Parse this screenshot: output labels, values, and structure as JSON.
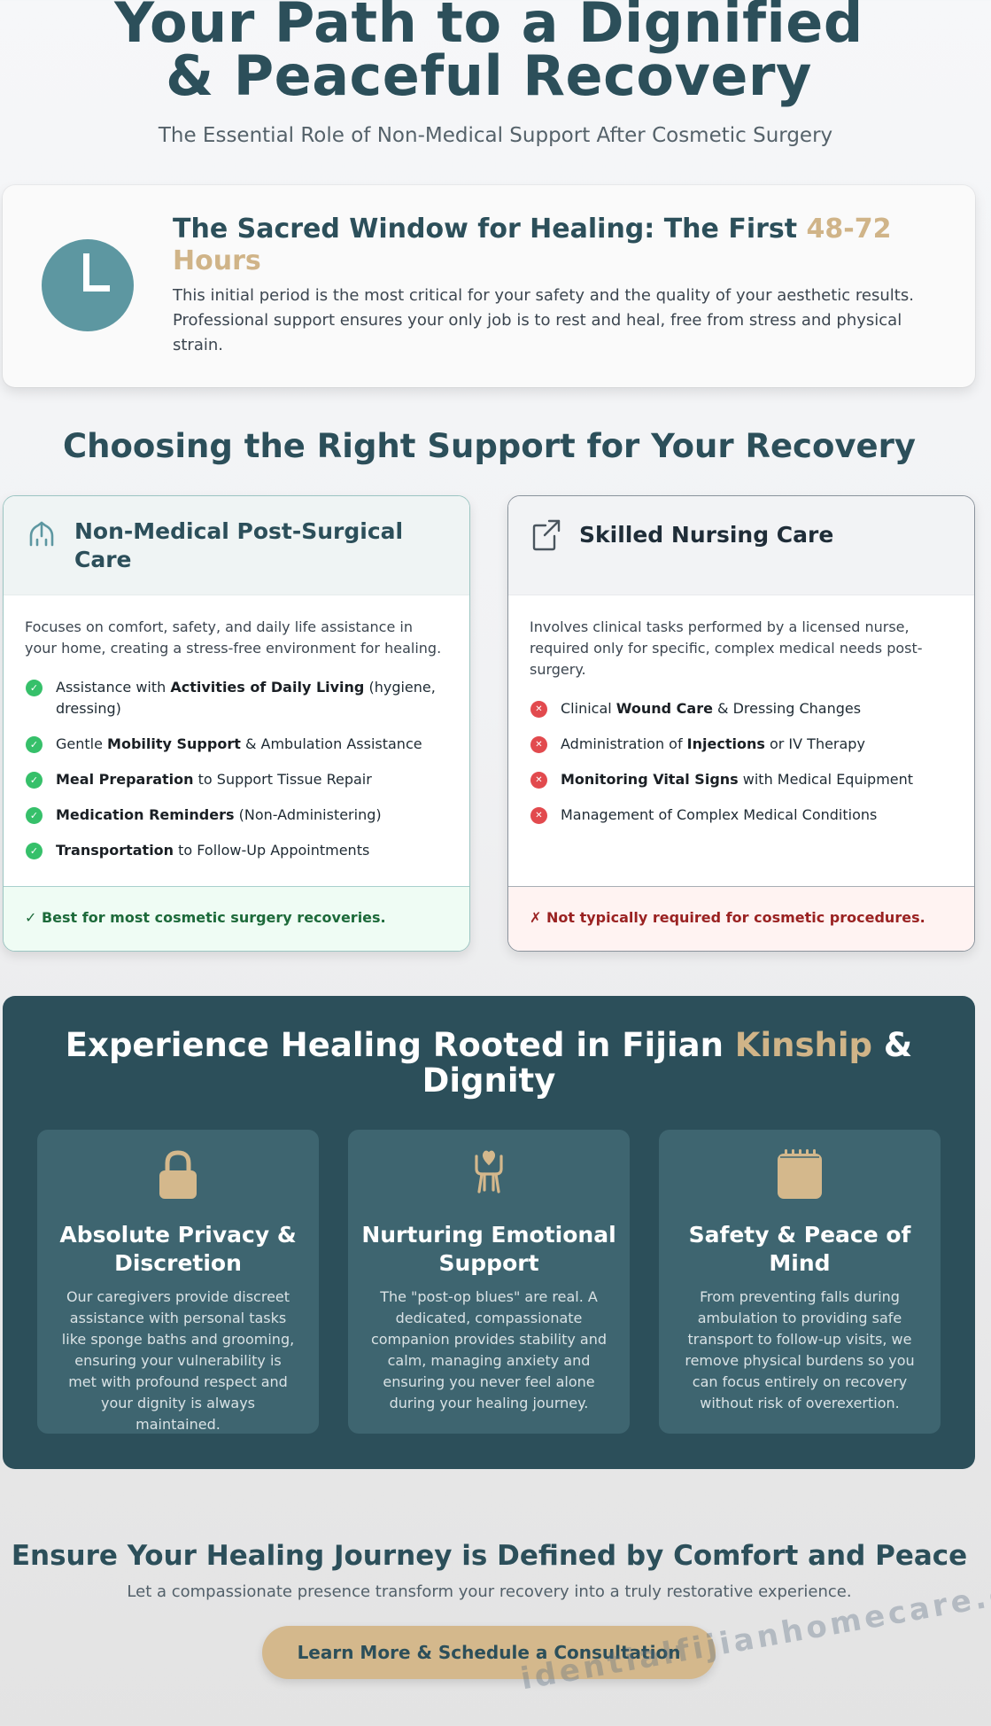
{
  "hero": {
    "title": "Your Path to a Dignified & Peaceful Recovery",
    "subtitle": "The Essential Role of Non-Medical Support After Cosmetic Surgery"
  },
  "window_card": {
    "icon": "clock-icon",
    "title_prefix": "The Sacred Window for Healing: The First ",
    "title_highlight": "48-72 Hours",
    "body": "This initial period is the most critical for your safety and the quality of your aesthetic results. Professional support ensures your only job is to rest and heal, free from stress and physical strain."
  },
  "comparison": {
    "title": "Choosing the Right Support for Your Recovery",
    "non_medical": {
      "icon": "hands-icon",
      "title": "Non-Medical Post-Surgical Care",
      "intro": "Focuses on comfort, safety, and daily life assistance in your home, creating a stress-free environment for healing.",
      "items": [
        {
          "pre": "Assistance with ",
          "bold": "Activities of Daily Living",
          "post": " (hygiene, dressing)"
        },
        {
          "pre": "Gentle ",
          "bold": "Mobility Support",
          "post": " & Ambulation Assistance"
        },
        {
          "pre": "",
          "bold": "Meal Preparation",
          "post": " to Support Tissue Repair"
        },
        {
          "pre": "",
          "bold": "Medication Reminders",
          "post": " (Non-Administering)"
        },
        {
          "pre": "",
          "bold": "Transportation",
          "post": " to Follow-Up Appointments"
        }
      ],
      "footer": "✓ Best for most cosmetic surgery recoveries.",
      "check_color": "#36c06a"
    },
    "skilled": {
      "icon": "external-link-icon",
      "title": "Skilled Nursing Care",
      "intro": "Involves clinical tasks performed by a licensed nurse, required only for specific, complex medical needs post-surgery.",
      "items": [
        {
          "pre": "Clinical ",
          "bold": "Wound Care",
          "post": " & Dressing Changes"
        },
        {
          "pre": "Administration of ",
          "bold": "Injections",
          "post": " or IV Therapy"
        },
        {
          "pre": "",
          "bold": "Monitoring Vital Signs",
          "post": " with Medical Equipment"
        },
        {
          "pre": "Management of Complex Medical Conditions",
          "bold": "",
          "post": ""
        }
      ],
      "footer": "✗ Not typically required for cosmetic procedures.",
      "cross_color": "#e24a4e"
    }
  },
  "kinship": {
    "title_prefix": "Experience Healing Rooted in Fijian ",
    "title_highlight": "Kinship",
    "title_suffix": " & Dignity",
    "cards": [
      {
        "icon": "lock-icon",
        "title": "Absolute Privacy & Discretion",
        "body": "Our caregivers provide discreet assistance with personal tasks like sponge baths and grooming, ensuring your vulnerability is met with profound respect and your dignity is always maintained."
      },
      {
        "icon": "heart-hands-icon",
        "title": "Nurturing Emotional Support",
        "body": "The \"post-op blues\" are real. A dedicated, compassionate companion provides stability and calm, managing anxiety and ensuring you never feel alone during your healing journey."
      },
      {
        "icon": "notepad-icon",
        "title": "Safety & Peace of Mind",
        "body": "From preventing falls during ambulation to providing safe transport to follow-up visits, we remove physical burdens so you can focus entirely on recovery without risk of overexertion."
      }
    ]
  },
  "cta": {
    "title": "Ensure Your Healing Journey is Defined by Comfort and Peace",
    "subtitle": "Let a compassionate presence transform your recovery into a truly restorative experience.",
    "button": "Learn More & Schedule a Consultation"
  },
  "watermark": "identialfijianhomecare.com",
  "colors": {
    "primary": "#2c4f5a",
    "accent_gold": "#d0b488",
    "panel": "#3e6570",
    "clock": "#5d97a1"
  }
}
